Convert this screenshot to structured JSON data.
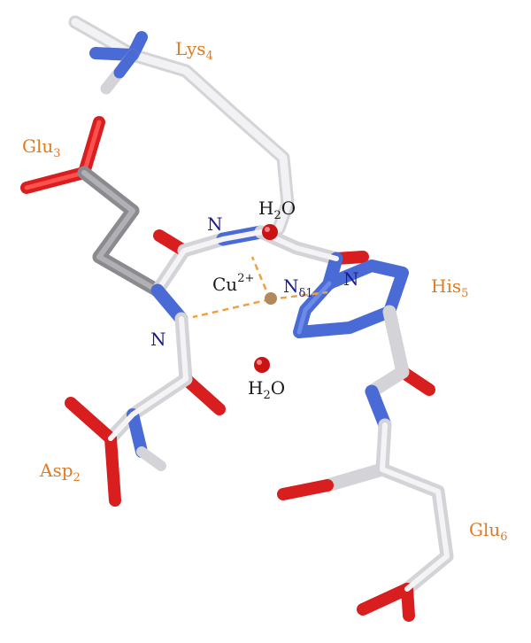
{
  "colors": {
    "residue_label": "#e07b24",
    "nitrogen_label": "#1c1c8c",
    "black_label": "#1a1a1a",
    "carbon": "#e6e6e9",
    "carbon_dark": "#8a8a8f",
    "nitrogen": "#4a6bd6",
    "oxygen": "#d81e1e",
    "copper": "#b08a5a",
    "bond_dash": "#f0a040"
  },
  "residues": {
    "lys": {
      "name": "Lys",
      "sub": "4"
    },
    "glu3": {
      "name": "Glu",
      "sub": "3"
    },
    "his": {
      "name": "His",
      "sub": "5"
    },
    "asp": {
      "name": "Asp",
      "sub": "2"
    },
    "glu6": {
      "name": "Glu",
      "sub": "6"
    }
  },
  "atoms": {
    "water_top": {
      "pre": "H",
      "sub": "2",
      "post": "O"
    },
    "water_bottom": {
      "pre": "H",
      "sub": "2",
      "post": "O"
    },
    "copper": {
      "base": "Cu",
      "sup": "2+"
    },
    "n_delta": {
      "base": "N",
      "sub": "δ1"
    },
    "n_top": "N",
    "n_right": "N",
    "n_left": "N"
  }
}
